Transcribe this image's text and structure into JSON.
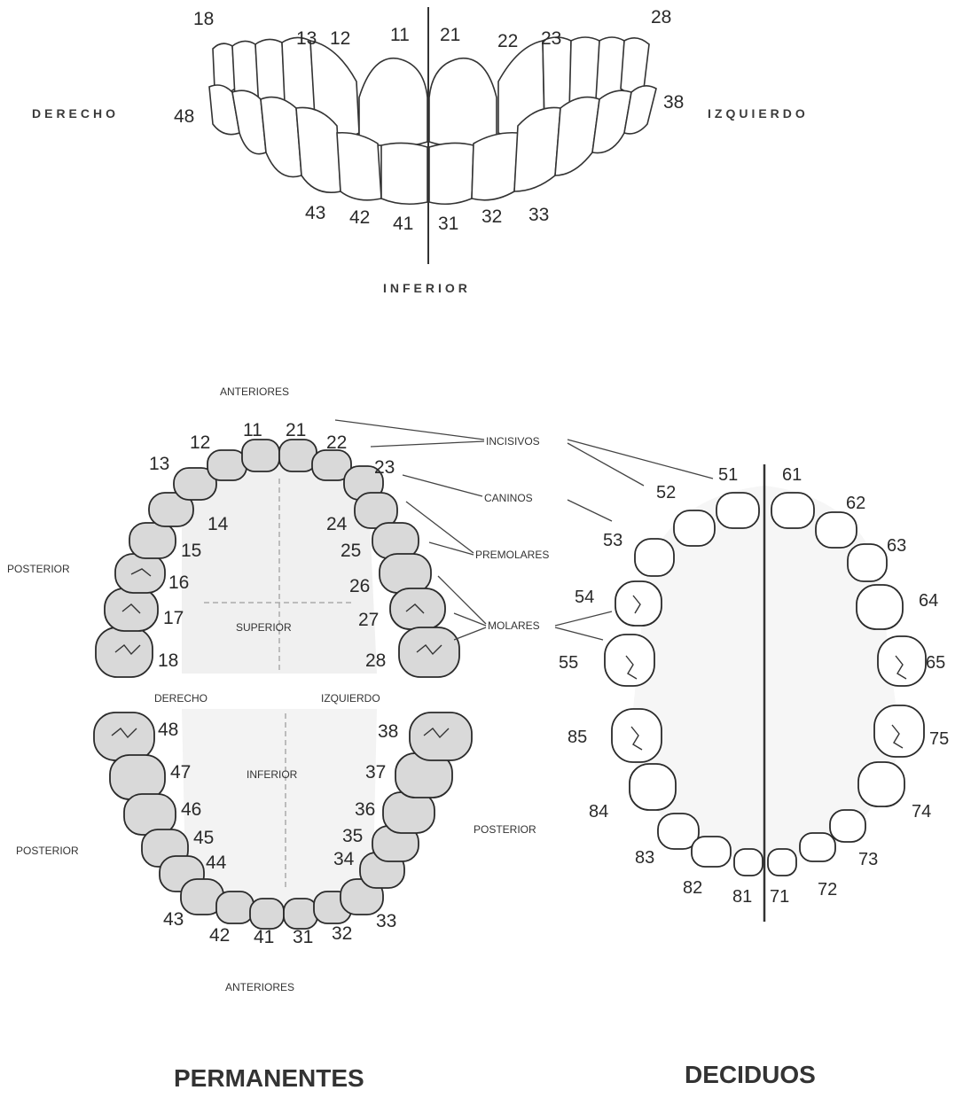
{
  "front_view": {
    "upper_numbers": [
      "18",
      "13",
      "12",
      "11",
      "21",
      "22",
      "23",
      "28"
    ],
    "lower_numbers": [
      "43",
      "42",
      "41",
      "31",
      "32",
      "33"
    ],
    "side_numbers": {
      "right": "48",
      "left": "38"
    },
    "labels": {
      "right": "DERECHO",
      "left": "IZQUIERDO",
      "bottom": "INFERIOR"
    }
  },
  "permanent_arch": {
    "labels": {
      "top": "ANTERIORES",
      "bottom": "ANTERIORES",
      "posterior_left": "POSTERIOR",
      "posterior_left_lower": "POSTERIOR",
      "posterior_right": "POSTERIOR",
      "superior": "SUPERIOR",
      "inferior": "INFERIOR",
      "derecho": "DERECHO",
      "izquierdo": "IZQUIERDO"
    },
    "upper_teeth": [
      "18",
      "17",
      "16",
      "15",
      "14",
      "13",
      "12",
      "11",
      "21",
      "22",
      "23",
      "24",
      "25",
      "26",
      "27",
      "28"
    ],
    "lower_teeth": [
      "48",
      "47",
      "46",
      "45",
      "44",
      "43",
      "42",
      "41",
      "31",
      "32",
      "33",
      "34",
      "35",
      "36",
      "37",
      "38"
    ],
    "caption": "PERMANENTES"
  },
  "annotations": {
    "incisivos": "INCISIVOS",
    "caninos": "CANINOS",
    "premolares": "PREMOLARES",
    "molares": "MOLARES"
  },
  "deciduous_arch": {
    "upper_teeth": [
      "55",
      "54",
      "53",
      "52",
      "51",
      "61",
      "62",
      "63",
      "64",
      "65"
    ],
    "lower_teeth": [
      "85",
      "84",
      "83",
      "82",
      "81",
      "71",
      "72",
      "73",
      "74",
      "75"
    ],
    "caption": "DECIDUOS"
  }
}
